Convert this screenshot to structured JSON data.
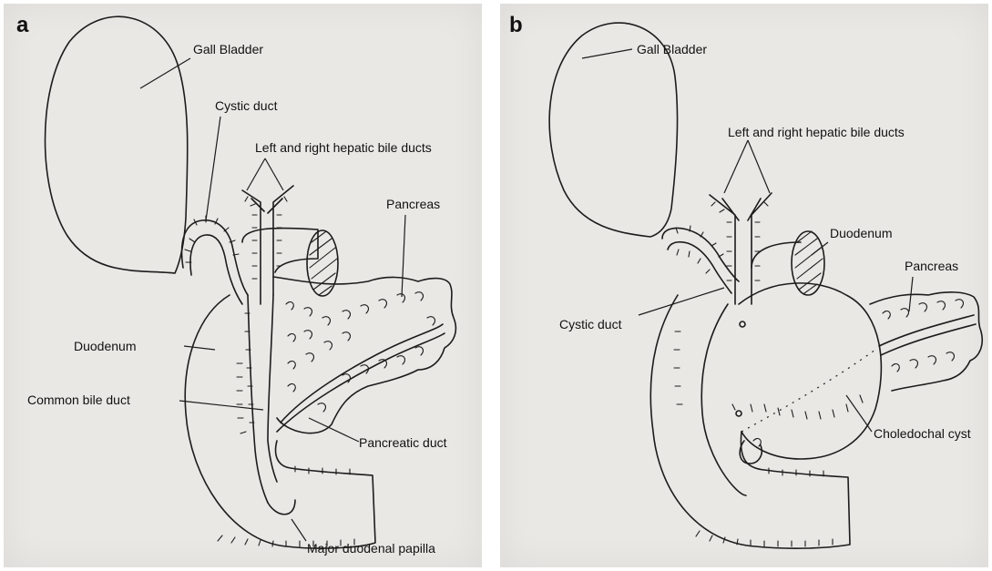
{
  "panels": [
    {
      "letter": "a",
      "labels": {
        "gall_bladder": "Gall Bladder",
        "cystic_duct": "Cystic duct",
        "hepatic_ducts": "Left and right hepatic bile ducts",
        "pancreas": "Pancreas",
        "duodenum": "Duodenum",
        "common_bile_duct": "Common bile duct",
        "pancreatic_duct": "Pancreatic duct",
        "major_papilla": "Major duodenal papilla"
      }
    },
    {
      "letter": "b",
      "labels": {
        "gall_bladder": "Gall Bladder",
        "hepatic_ducts": "Left and right hepatic bile ducts",
        "duodenum": "Duodenum",
        "pancreas": "Pancreas",
        "cystic_duct": "Cystic duct",
        "choledochal_cyst": "Choledochal cyst"
      }
    }
  ]
}
